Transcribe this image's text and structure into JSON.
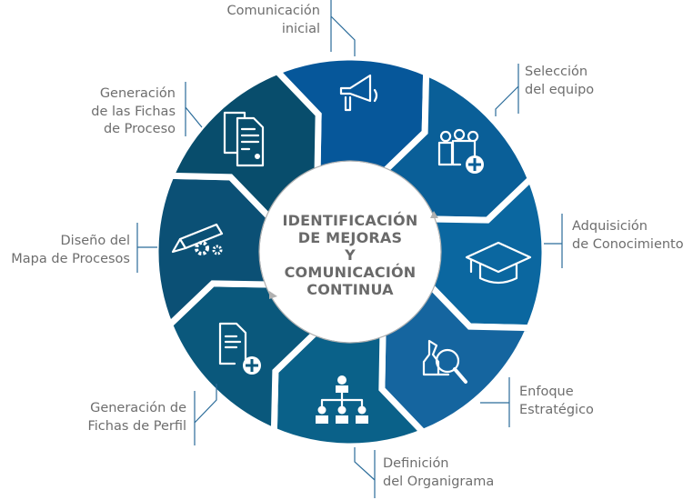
{
  "center_title": [
    "IDENTIFICACIÓN",
    "DE MEJORAS",
    "Y",
    "COMUNICACIÓN",
    "CONTINUA"
  ],
  "steps": [
    {
      "label": [
        "Comunicación",
        "inicial"
      ],
      "icon": "megaphone-icon",
      "color": "#06579a"
    },
    {
      "label": [
        "Selección",
        "del equipo"
      ],
      "icon": "team-add-icon",
      "color": "#0a5f98"
    },
    {
      "label": [
        "Adquisición",
        "de Conocimiento"
      ],
      "icon": "graduation-cap-icon",
      "color": "#0b67a0"
    },
    {
      "label": [
        "Enfoque",
        "Estratégico"
      ],
      "icon": "chess-magnifier-icon",
      "color": "#15659f"
    },
    {
      "label": [
        "Definición",
        "del Organigrama"
      ],
      "icon": "org-chart-icon",
      "color": "#0a6189"
    },
    {
      "label": [
        "Generación de",
        "Fichas de Perfil"
      ],
      "icon": "document-add-icon",
      "color": "#0a587c"
    },
    {
      "label": [
        "Diseño del",
        "Mapa de Procesos"
      ],
      "icon": "pencil-gears-icon",
      "color": "#0b5075"
    },
    {
      "label": [
        "Generación",
        "de las Fichas",
        "de Proceso"
      ],
      "icon": "documents-icon",
      "color": "#084d6c"
    }
  ],
  "colors": {
    "text": "#6e6e6e",
    "connector": "#2b6c9a",
    "ring": "#b0b0b0"
  }
}
